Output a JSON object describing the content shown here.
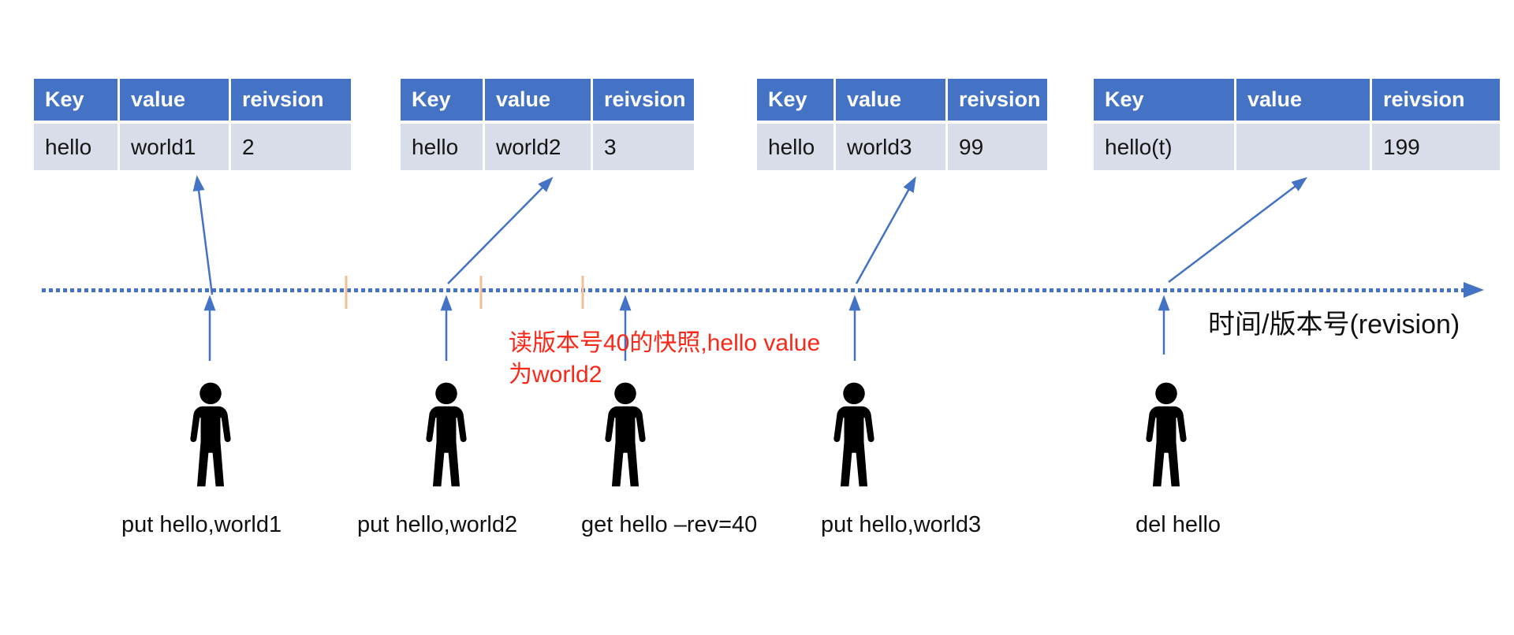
{
  "diagram": {
    "tables": [
      {
        "headers": [
          "Key",
          "value",
          "reivsion"
        ],
        "row": [
          "hello",
          "world1",
          "2"
        ]
      },
      {
        "headers": [
          "Key",
          "value",
          "reivsion"
        ],
        "row": [
          "hello",
          "world2",
          "3"
        ]
      },
      {
        "headers": [
          "Key",
          "value",
          "reivsion"
        ],
        "row": [
          "hello",
          "world3",
          "99"
        ]
      },
      {
        "headers": [
          "Key",
          "value",
          "reivsion"
        ],
        "row": [
          "hello(t)",
          "",
          "199"
        ]
      }
    ],
    "timeline_label": "时间/版本号(revision)",
    "annotation": {
      "line1": "读版本号40的快照,hello value",
      "line2": "为world2"
    },
    "actions": [
      {
        "label": "put hello,world1"
      },
      {
        "label": "put hello,world2"
      },
      {
        "label": "get hello –rev=40"
      },
      {
        "label": "put hello,world3"
      },
      {
        "label": "del hello"
      }
    ],
    "colors": {
      "table_header_bg": "#4472c4",
      "table_row_bg": "#d9dce9",
      "arrow_blue": "#4472c4",
      "tick_orange": "#f2bf93",
      "annotation_red": "#f8291a"
    }
  }
}
